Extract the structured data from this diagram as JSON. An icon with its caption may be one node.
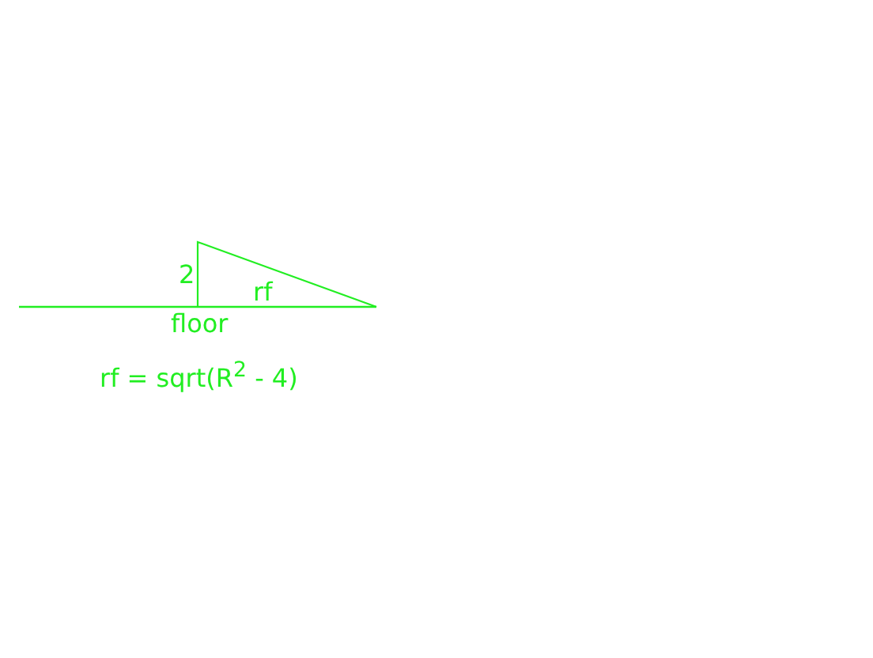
{
  "diagram": {
    "labels": [
      "2",
      "rf",
      "floor",
      "rf = sqrt(R$^{2}$ - 4)"
    ]
  }
}
